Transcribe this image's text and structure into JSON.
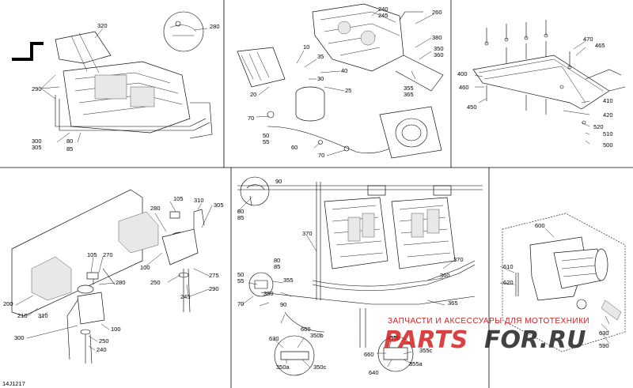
{
  "figure_code": "14J1217",
  "watermark": {
    "tagline": "ЗАПЧАСТИ И АКСЕССУАРЫ ДЛЯ МОТОТЕХНИКИ",
    "logo_part1": "PARTS",
    "logo_part2": "FOR.RU"
  },
  "panel1": [
    "320",
    "280",
    "290",
    "300",
    "305",
    "80",
    "85"
  ],
  "panel2": [
    "240",
    "245",
    "260",
    "380",
    "350",
    "360",
    "10",
    "35",
    "40",
    "30",
    "25",
    "20",
    "355",
    "365",
    "70",
    "50",
    "55",
    "60",
    "70"
  ],
  "panel3": [
    "470",
    "465",
    "400",
    "460",
    "450",
    "410",
    "420",
    "520",
    "510",
    "500"
  ],
  "panel4": [
    "105",
    "310",
    "305",
    "280",
    "100",
    "275",
    "250",
    "245",
    "290",
    "105",
    "270",
    "280",
    "200",
    "210",
    "310",
    "300",
    "100",
    "250",
    "240"
  ],
  "panel5": [
    "90",
    "80",
    "85",
    "370",
    "370",
    "360",
    "80",
    "85",
    "50",
    "55",
    "355",
    "70",
    "350",
    "90",
    "365",
    "630",
    "660",
    "350b",
    "350a",
    "350c",
    "355b",
    "355c",
    "660",
    "640",
    "355a"
  ],
  "panel6": [
    "600",
    "610",
    "620",
    "630",
    "590"
  ]
}
